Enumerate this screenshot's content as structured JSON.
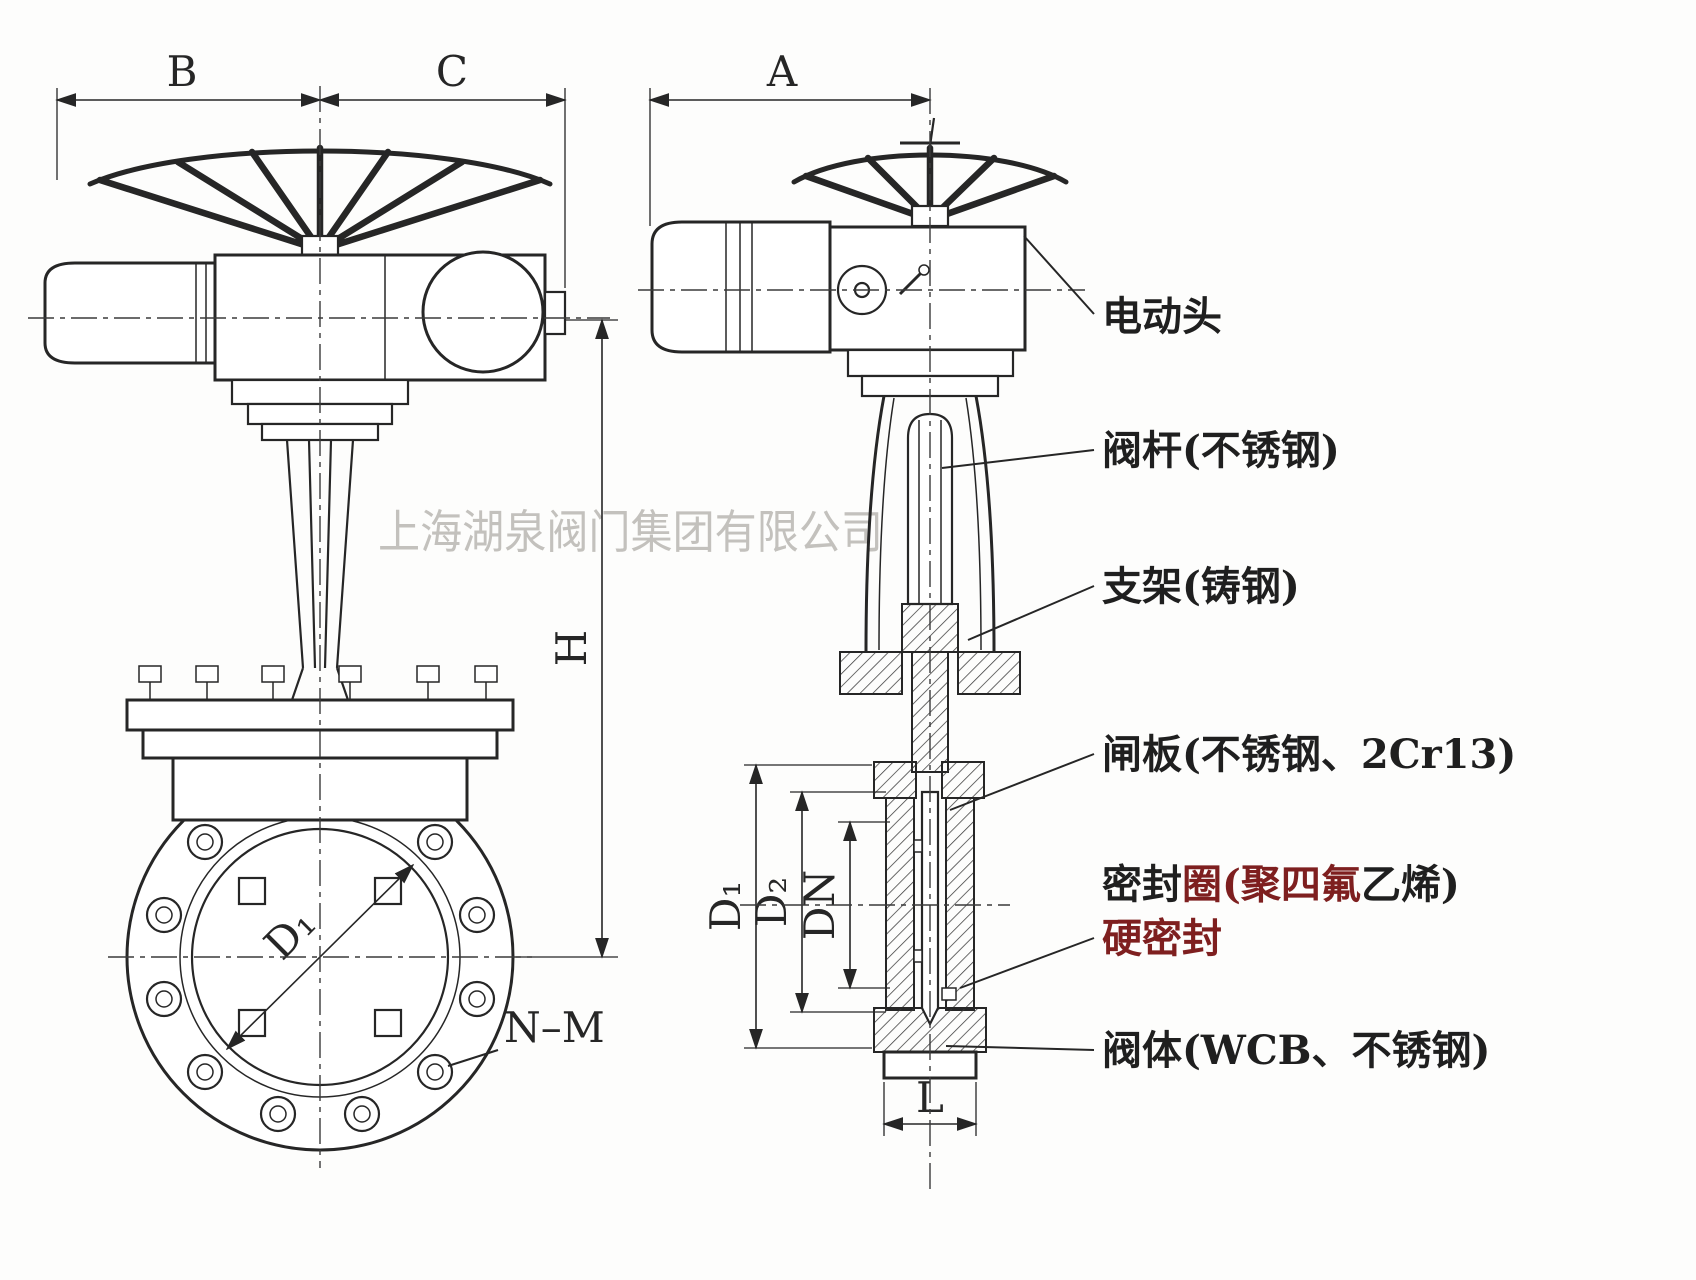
{
  "meta": {
    "title": "电动刀闸阀结构图"
  },
  "watermark": {
    "text": "上海湖泉阀门集团有限公司"
  },
  "dims": {
    "b": "B",
    "c": "C",
    "a": "A",
    "h": "H",
    "d1_flange": "D₁",
    "nm": "N–M",
    "d1": "D₁",
    "d2": "D₂",
    "dn": "DN",
    "l": "L"
  },
  "callouts": {
    "actuator": "电动头",
    "stem": "阀杆(不锈钢)",
    "bracket": "支架(铸钢)",
    "gate": "闸板(不锈钢、2Cr13)",
    "seal_a": "密封",
    "seal_b": "圈(聚四氟",
    "seal_c": "乙烯)",
    "seal_line2": "硬密封",
    "body": "阀体(WCB、不锈钢)"
  },
  "colors": {
    "ink": "#262626",
    "stamp_red": "#7e1f1f",
    "watermark": "#c3c1bd"
  }
}
